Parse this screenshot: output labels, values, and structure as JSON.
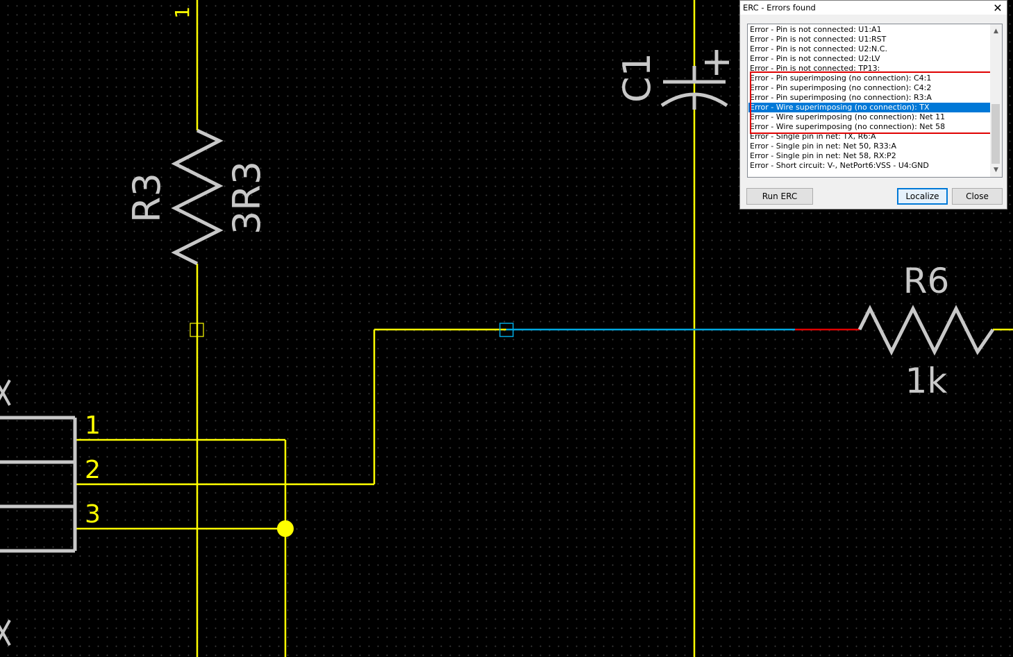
{
  "schematic": {
    "components": {
      "r3": {
        "ref": "R3",
        "value": "3R3"
      },
      "r6": {
        "ref": "R6",
        "value": "1k"
      },
      "c1": {
        "ref": "C1",
        "polarity": "+"
      }
    },
    "pin_labels": [
      "1",
      "2",
      "3"
    ],
    "top_pin_label": "1",
    "colors": {
      "background": "#000000",
      "wire": "#ffff00",
      "component": "#c8c8c8",
      "highlighted_net": "#00a8e0",
      "error_segment": "#e00000"
    }
  },
  "erc_dialog": {
    "title": "ERC - Errors found",
    "close_glyph": "✕",
    "errors": [
      "Error - Pin is not connected: U1:A1",
      "Error - Pin is not connected: U1:RST",
      "Error - Pin is not connected: U2:N.C.",
      "Error - Pin is not connected: U2:LV",
      "Error - Pin is not connected: TP13:",
      "Error - Pin superimposing (no connection): C4:1",
      "Error - Pin superimposing (no connection): C4:2",
      "Error - Pin superimposing (no connection): R3:A",
      "Error - Wire superimposing (no connection): TX",
      "Error - Wire superimposing (no connection): Net 11",
      "Error - Wire superimposing (no connection): Net 58",
      "Error - Single pin in net: TX, R6:A",
      "Error - Single pin in net: Net 50, R33:A",
      "Error - Single pin in net: Net 58, RX:P2",
      "Error - Short circuit: V-, NetPort6:VSS - U4:GND"
    ],
    "selected_index": 8,
    "buttons": {
      "run_erc": "Run ERC",
      "localize": "Localize",
      "close": "Close"
    }
  }
}
